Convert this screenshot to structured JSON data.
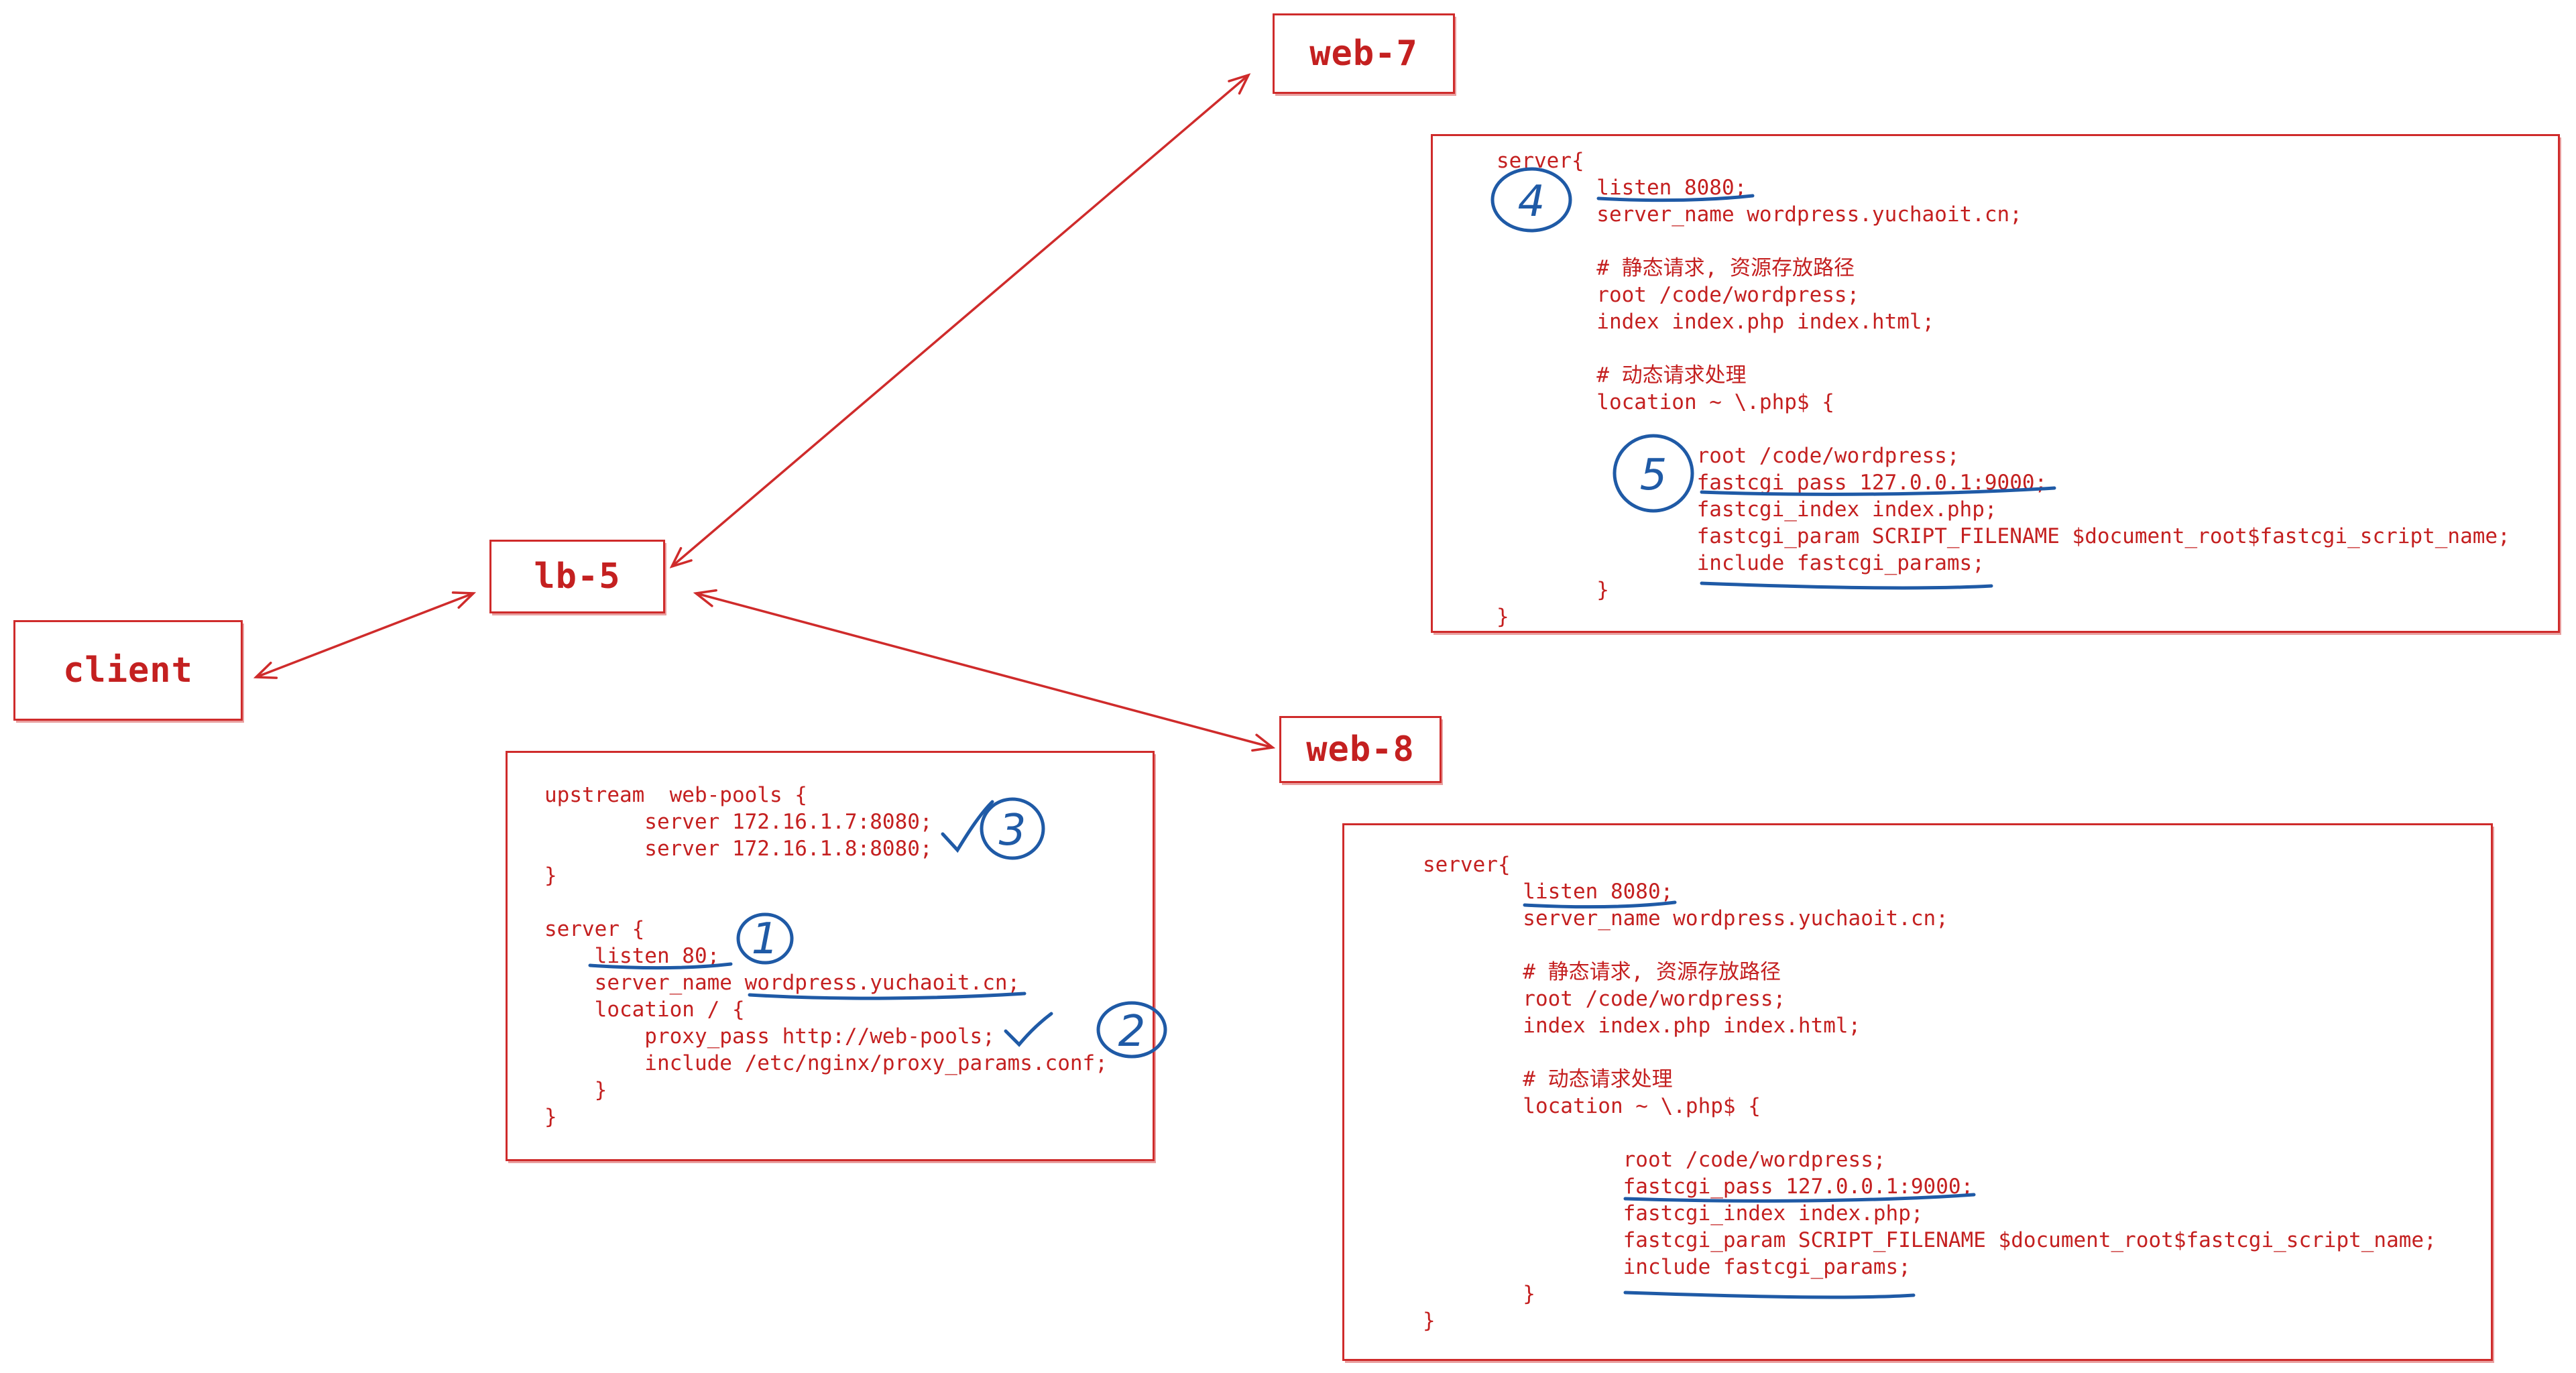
{
  "nodes": {
    "client": "client",
    "lb": "lb-5",
    "web7": "web-7",
    "web8": "web-8"
  },
  "lb_config": [
    "upstream  web-pools {",
    "        server 172.16.1.7:8080;",
    "        server 172.16.1.8:8080;",
    "}",
    "",
    "server {",
    "    listen 80;",
    "    server_name wordpress.yuchaoit.cn;",
    "    location / {",
    "        proxy_pass http://web-pools;",
    "        include /etc/nginx/proxy_params.conf;",
    "    }",
    "}"
  ],
  "web7_config": [
    "server{",
    "        listen 8080;",
    "        server_name wordpress.yuchaoit.cn;",
    "",
    "        # 静态请求, 资源存放路径",
    "        root /code/wordpress;",
    "        index index.php index.html;",
    "",
    "        # 动态请求处理",
    "        location ~ \\.php$ {",
    "",
    "                root /code/wordpress;",
    "                fastcgi_pass 127.0.0.1:9000;",
    "                fastcgi_index index.php;",
    "                fastcgi_param SCRIPT_FILENAME $document_root$fastcgi_script_name;",
    "                include fastcgi_params;",
    "        }",
    "}"
  ],
  "web8_config": [
    "server{",
    "        listen 8080;",
    "        server_name wordpress.yuchaoit.cn;",
    "",
    "        # 静态请求, 资源存放路径",
    "        root /code/wordpress;",
    "        index index.php index.html;",
    "",
    "        # 动态请求处理",
    "        location ~ \\.php$ {",
    "",
    "                root /code/wordpress;",
    "                fastcgi_pass 127.0.0.1:9000;",
    "                fastcgi_index index.php;",
    "                fastcgi_param SCRIPT_FILENAME $document_root$fastcgi_script_name;",
    "                include fastcgi_params;",
    "        }",
    "}"
  ],
  "step_markers": [
    "1",
    "2",
    "3",
    "4",
    "5"
  ],
  "colors": {
    "diagram_red": "#c42020",
    "annotation_blue": "#1f5aa6"
  },
  "icons": [
    "check-mark-icon",
    "circled-number-icon",
    "double-arrow-icon"
  ]
}
